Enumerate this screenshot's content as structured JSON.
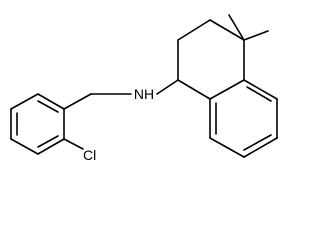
{
  "molecule": {
    "atoms": {
      "amine": {
        "element": "N",
        "hydrogens": 1,
        "label": "NH"
      },
      "chlorine": {
        "element": "Cl",
        "label": "Cl"
      }
    }
  }
}
